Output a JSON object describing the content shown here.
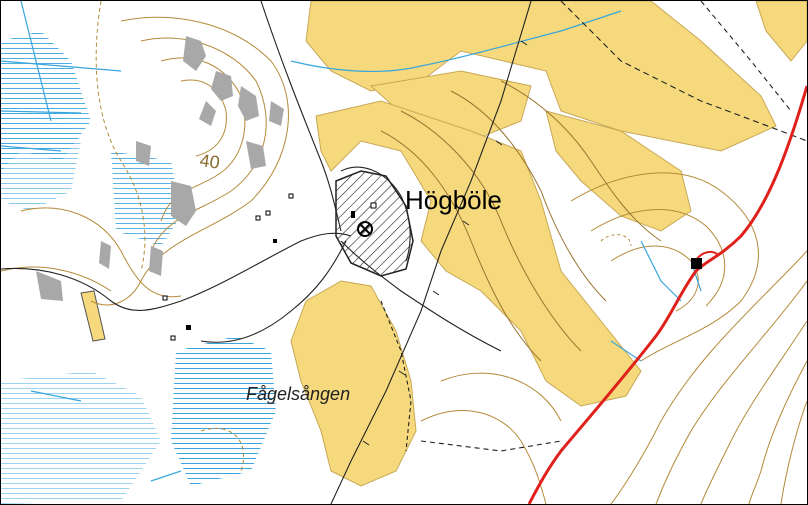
{
  "map": {
    "labels": {
      "village": "Högböle",
      "meadow": "Fågelsången",
      "contour_elevation": "40"
    },
    "colors": {
      "background": "#ffffff",
      "farmland": "#f5d97c",
      "farmland_stroke": "#c8a856",
      "contour": "#b58a3a",
      "water": "#3aa6dd",
      "road_major": "#e0201a",
      "road_minor": "#222222",
      "rock": "#a8a8a8"
    },
    "icons": [
      "church-symbol-icon",
      "building-icon"
    ]
  }
}
